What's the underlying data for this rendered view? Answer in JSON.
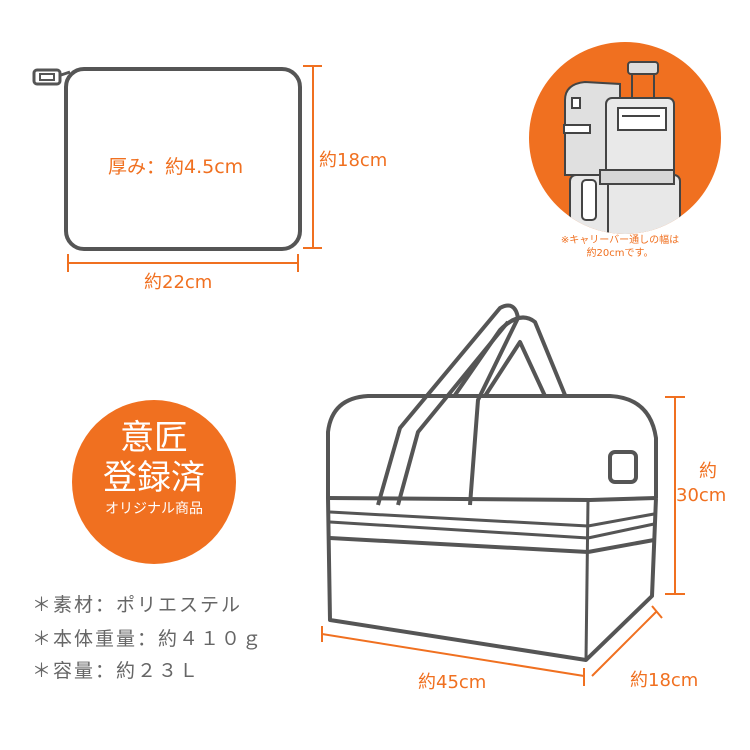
{
  "colors": {
    "accent": "#f07020",
    "outline": "#555555",
    "text_gray": "#666666"
  },
  "pouch": {
    "thickness_label": "厚み：約4.5cm",
    "height_label": "約18cm",
    "width_label": "約22cm"
  },
  "carry_bar_note": {
    "line1": "※キャリーバー通しの幅は",
    "line2": "約20cmです。"
  },
  "badge": {
    "line1": "意匠",
    "line2": "登録済",
    "line3": "オリジナル商品"
  },
  "specs": [
    {
      "text": "＊素材：ポリエステル"
    },
    {
      "text": "＊本体重量：約４１０ｇ"
    },
    {
      "text": "＊容量：約２３Ｌ"
    }
  ],
  "bag": {
    "height_label_line1": "約",
    "height_label_line2": "30cm",
    "width_label": "約45cm",
    "depth_label": "約18cm"
  }
}
